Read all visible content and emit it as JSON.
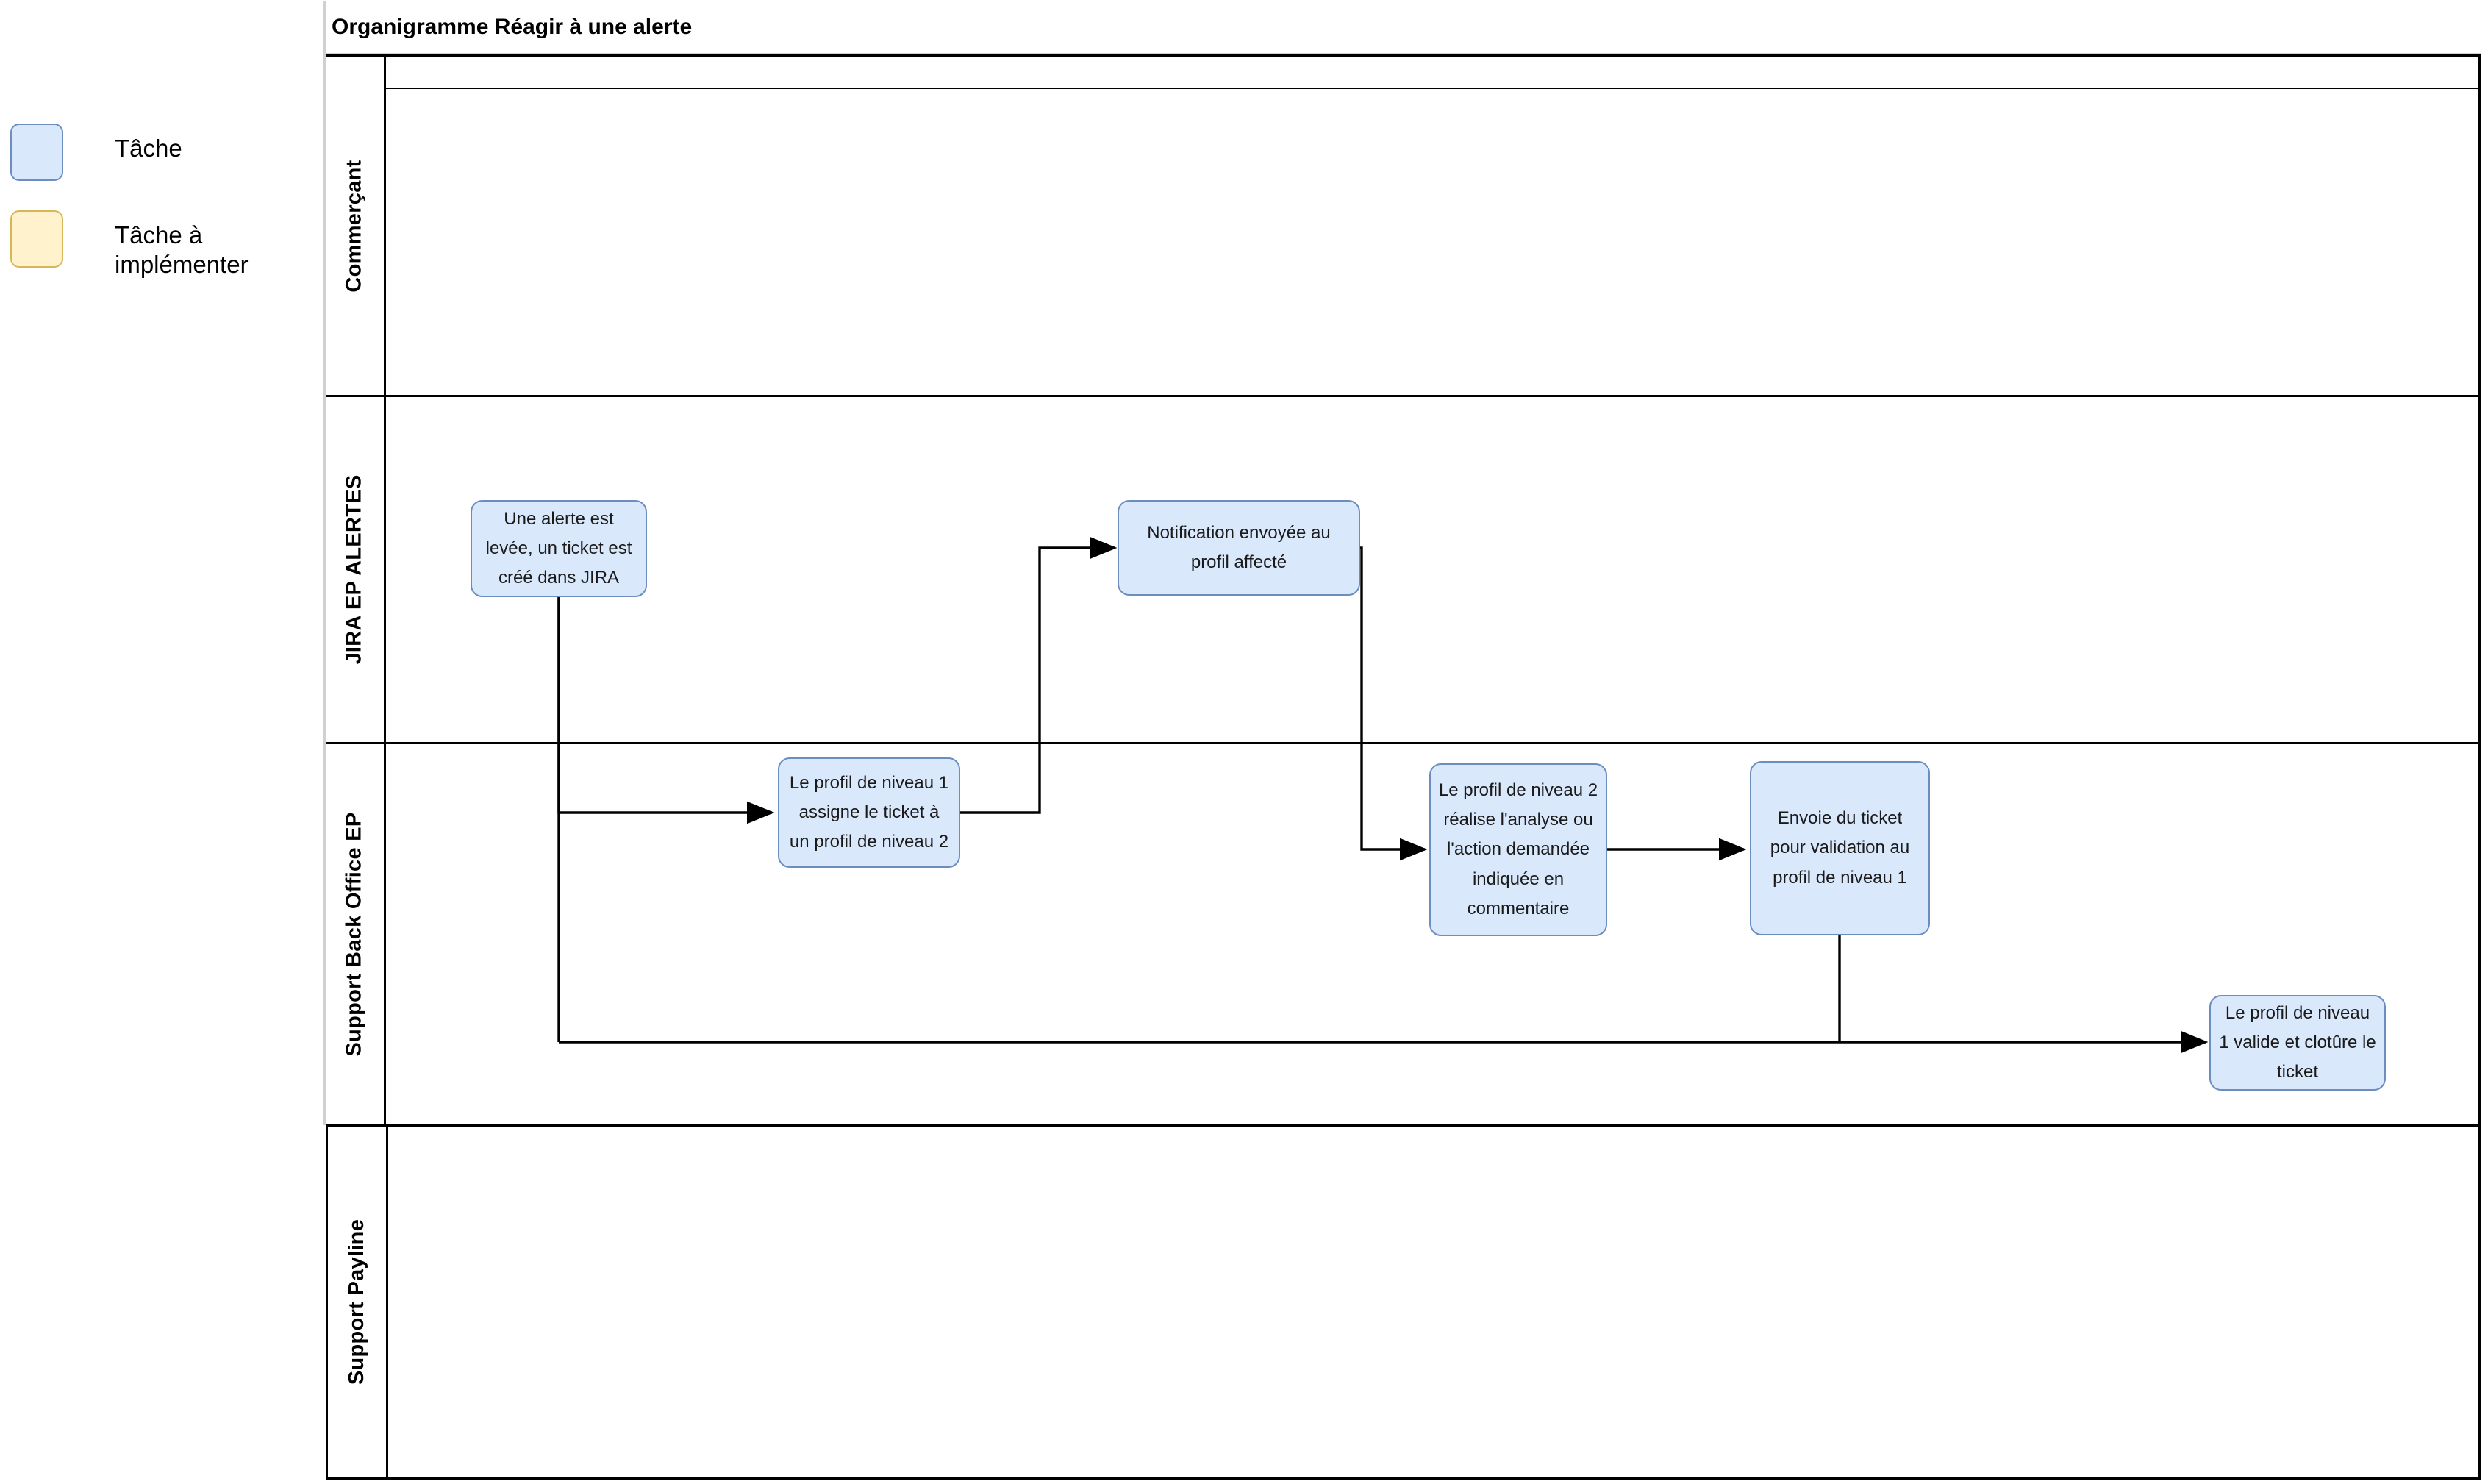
{
  "title": "Organigramme Réagir à une alerte",
  "legend": {
    "items": [
      {
        "label": "Tâche",
        "color": "#dae8fc",
        "border": "#6c8ebf"
      },
      {
        "label": "Tâche à\nimplémenter",
        "color": "#fff2cc",
        "border": "#d6b656"
      }
    ]
  },
  "lanes": [
    {
      "id": "commercant",
      "label": "Commerçant"
    },
    {
      "id": "jira",
      "label": "JIRA EP ALERTES"
    },
    {
      "id": "support-bo",
      "label": "Support Back Office EP"
    },
    {
      "id": "support-payline",
      "label": "Support Payline"
    }
  ],
  "nodes": [
    {
      "id": "n1",
      "lane": "jira",
      "type": "Tâche",
      "text": "Une alerte est levée, un ticket est créé dans JIRA"
    },
    {
      "id": "n2",
      "lane": "jira",
      "type": "Tâche",
      "text": "Notification envoyée au profil affecté"
    },
    {
      "id": "n3",
      "lane": "support-bo",
      "type": "Tâche",
      "text": "Le profil de niveau 1 assigne le ticket à un profil de niveau 2"
    },
    {
      "id": "n4",
      "lane": "support-bo",
      "type": "Tâche",
      "text": "Le profil de niveau 2 réalise l'analyse ou l'action demandée indiquée en commentaire"
    },
    {
      "id": "n5",
      "lane": "support-bo",
      "type": "Tâche",
      "text": "Envoie du ticket pour validation au profil de niveau 1"
    },
    {
      "id": "n6",
      "lane": "support-bo",
      "type": "Tâche",
      "text": "Le profil de niveau 1 valide et clotûre le ticket"
    }
  ],
  "edges": [
    {
      "from": "n1",
      "to": "n3"
    },
    {
      "from": "n3",
      "to": "n2"
    },
    {
      "from": "n2",
      "to": "n4"
    },
    {
      "from": "n4",
      "to": "n5"
    },
    {
      "from": "n5",
      "to": "n6"
    }
  ],
  "colors": {
    "task_fill": "#dae8fc",
    "task_stroke": "#6c8ebf",
    "todo_fill": "#fff2cc",
    "todo_stroke": "#d6b656",
    "line": "#000000",
    "lane_border": "#000000",
    "pool_edge": "#d0d0d0"
  }
}
